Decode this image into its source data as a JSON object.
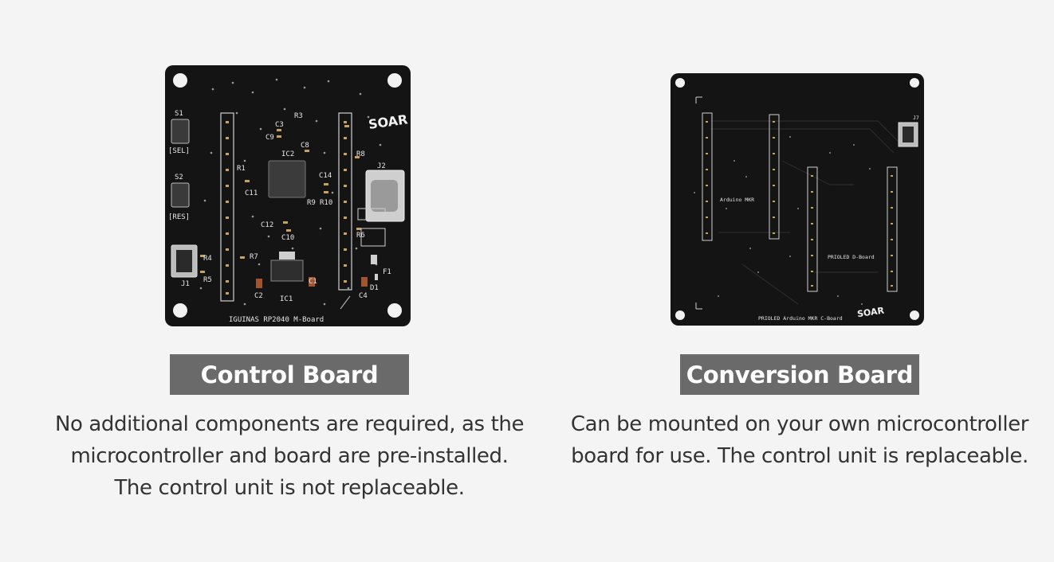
{
  "colors": {
    "background": "#f4f4f4",
    "caption_bg": "#6a6a6a",
    "caption_text": "#ffffff",
    "pcb": "#141414",
    "silkscreen": "#e6e6e6",
    "gold": "#c8a25a"
  },
  "control": {
    "caption": "Control Board",
    "description": "No additional components are required, as the microcontroller and board are pre-installed. The control unit is not replaceable.",
    "board": {
      "logo": "SOAR",
      "footer": "IGUINAS RP2040 M-Board",
      "labels": {
        "s1": "S1",
        "sel": "[SEL]",
        "s2": "S2",
        "res": "[RES]",
        "j1": "J1",
        "j2": "J2",
        "r1": "R1",
        "r3": "R3",
        "r4": "R4",
        "r5": "R5",
        "r6": "R6",
        "r7": "R7",
        "r8": "R8",
        "r9": "R9",
        "r10": "R10",
        "c1": "C1",
        "c2": "C2",
        "c3": "C3",
        "c4": "C4",
        "c8": "C8",
        "c9": "C9",
        "c10": "C10",
        "c11": "C11",
        "c12": "C12",
        "c14": "C14",
        "ic1": "IC1",
        "ic2": "IC2",
        "d1": "D1",
        "f1": "F1"
      }
    }
  },
  "conversion": {
    "caption": "Conversion Board",
    "description": "Can be mounted on your own microcontroller board for use. The control unit is replaceable.",
    "board": {
      "logo": "SOAR",
      "footer": "PRIOLED Arduino MKR C-Board",
      "labels": {
        "arduino": "Arduino MKR",
        "d_board": "PRIOLED D-Board",
        "j7": "J7"
      }
    }
  }
}
